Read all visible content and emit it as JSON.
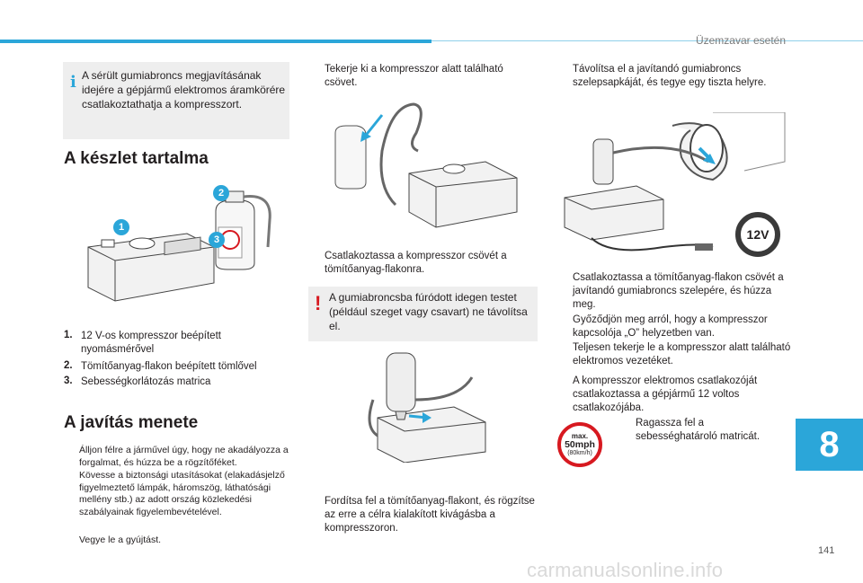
{
  "header": {
    "title": "Üzemzavar esetén"
  },
  "chapter_number": "8",
  "page_number": "141",
  "watermark": "carmanualsonline.info",
  "info_note": "A sérült gumiabroncs megjavításának idejére a gépjármű elektromos áramkörére csatlakoztathatja a kompresszort.",
  "kit": {
    "title": "A készlet tartalma",
    "items": [
      {
        "num": "1.",
        "text": "12 V-os kompresszor beépített nyomásmérővel"
      },
      {
        "num": "2.",
        "text": "Tömítőanyag-flakon beépített tömlővel"
      },
      {
        "num": "3.",
        "text": "Sebességkorlátozás matrica"
      }
    ],
    "callouts": [
      "1",
      "2",
      "3"
    ]
  },
  "repair": {
    "title": "A javítás menete",
    "steps": [
      "Álljon félre a járművel úgy, hogy ne akadályozza a forgalmat, és húzza be a rögzítőféket.",
      "Kövesse a biztonsági utasításokat (elakadásjelző figyelmeztető lámpák, háromszög, láthatósági mellény stb.) az adott ország közlekedési szabályainak figyelembevételével.",
      "Vegye le a gyújtást."
    ]
  },
  "col2": {
    "step1": "Tekerje ki a kompresszor alatt található csövet.",
    "step2": "Csatlakoztassa a kompresszor csövét a tömítőanyag-flakonra.",
    "warning": "A gumiabroncsba fúródott idegen testet (például szeget vagy csavart) ne távolítsa el.",
    "step3": "Fordítsa fel a tömítőanyag-flakont, és rögzítse az erre a célra kialakított kivágásba a kompresszoron."
  },
  "col3": {
    "step1": "Távolítsa el a javítandó gumiabroncs szelepsapkáját, és tegye egy tiszta helyre.",
    "step2": "Csatlakoztassa a tömítőanyag-flakon csövét a javítandó gumiabroncs szelepére, és húzza meg.",
    "step3": "Győződjön meg arról, hogy a kompresszor kapcsolója „O” helyzetben van.",
    "step4": "Teljesen tekerje le a kompresszor alatt található elektromos vezetéket.",
    "step5": "A kompresszor elektromos csatlakozóját csatlakoztassa a gépjármű 12 voltos csatlakozójába.",
    "step6": "Ragassza fel a sebességhatároló matricát.",
    "plug_label": "12V",
    "speed_sign": {
      "line1": "max.",
      "line2": "50mph",
      "line3": "(80km/h)"
    }
  },
  "bullet_glyph": "",
  "colors": {
    "accent": "#2ba6d9",
    "warning": "#d71920",
    "note_bg": "#eeeeee"
  }
}
